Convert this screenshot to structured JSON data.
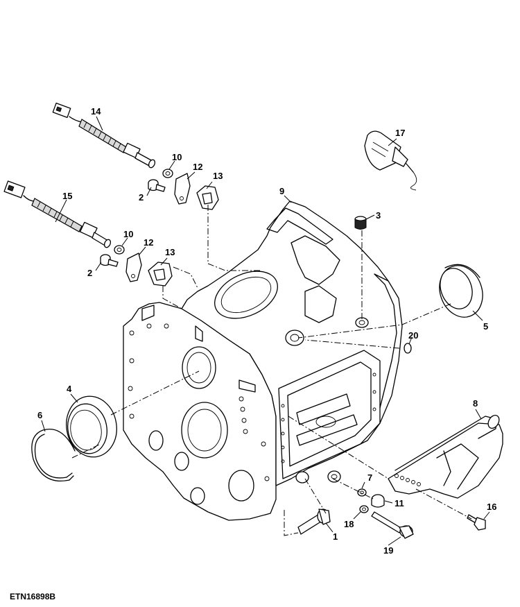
{
  "figure_id": "ETN16898B",
  "callouts": {
    "c1": "1",
    "c2a": "2",
    "c2b": "2",
    "c3": "3",
    "c4": "4",
    "c5": "5",
    "c6": "6",
    "c7": "7",
    "c8": "8",
    "c9": "9",
    "c10a": "10",
    "c10b": "10",
    "c11": "11",
    "c12a": "12",
    "c12b": "12",
    "c13a": "13",
    "c13b": "13",
    "c14": "14",
    "c15": "15",
    "c16": "16",
    "c17": "17",
    "c18": "18",
    "c19": "19",
    "c20": "20"
  }
}
